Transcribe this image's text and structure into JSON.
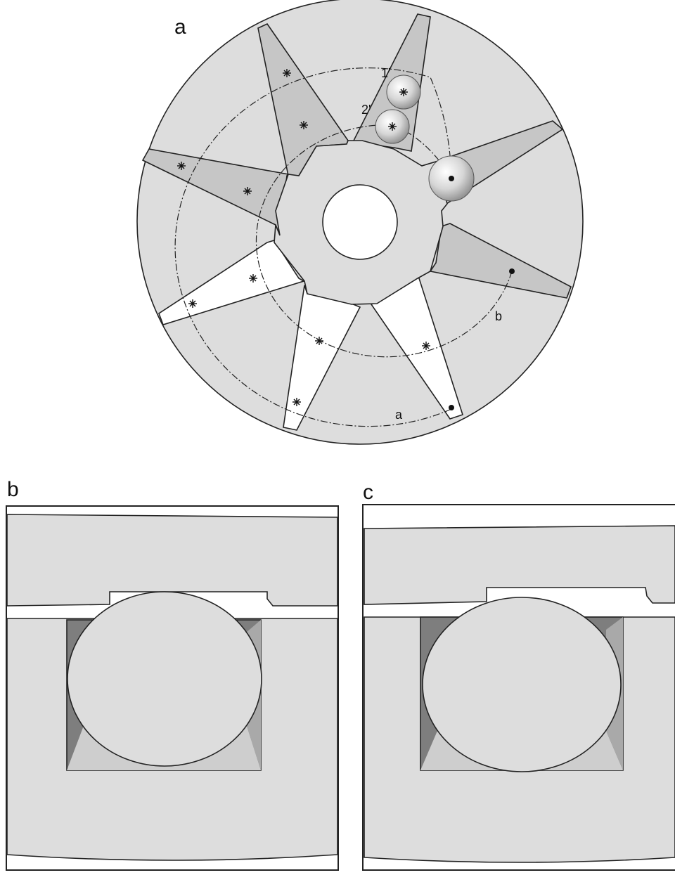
{
  "panels": {
    "a": {
      "label": "a"
    },
    "b": {
      "label": "b"
    },
    "c": {
      "label": "c"
    }
  },
  "annotations": {
    "ball_1": "1'",
    "ball_2": "2'",
    "path_a": "a",
    "path_b": "b"
  },
  "colors": {
    "disk": "#dddddd",
    "slot_dark": "#c6c6c6",
    "slot_light": "#ffffff",
    "pocket_dark": "#7e7e7e",
    "pocket_mid": "#a9a9a9",
    "pocket_floor": "#cecece",
    "outline": "#222222"
  }
}
